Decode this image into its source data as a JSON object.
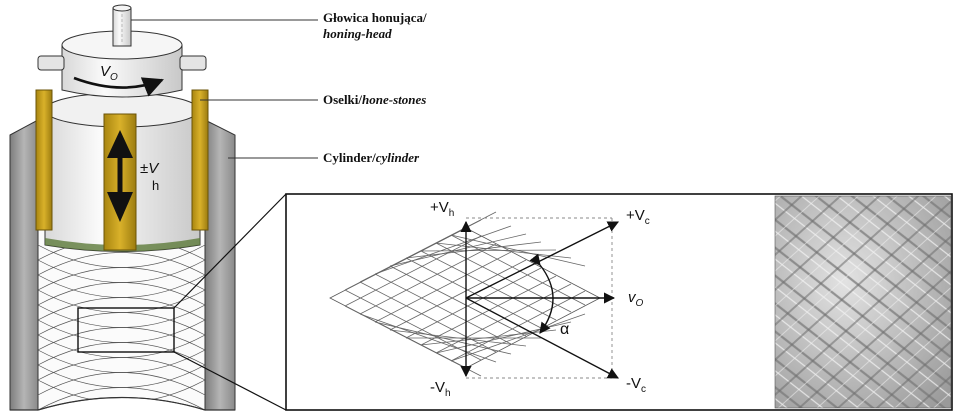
{
  "labels": {
    "head_pl": "Głowica honująca/",
    "head_en": "honing-head",
    "stones_pl": "Oselki/",
    "stones_en": "hone-stones",
    "cylinder_pl": "Cylinder/",
    "cylinder_en": "cylinder"
  },
  "symbols": {
    "rotation": "V",
    "rotation_sub": "O",
    "stroke_sign": "±",
    "stroke_v": "V",
    "stroke_sub": "h",
    "plus_vh": "+V",
    "minus_vh": "-V",
    "vh_sub": "h",
    "plus_vc": "+V",
    "minus_vc": "-V",
    "vc_sub": "c",
    "vo": "v",
    "vo_sub": "O",
    "alpha": "α"
  },
  "colors": {
    "stone": "#c9a21a",
    "stone_dark": "#8a6e10",
    "cylinder_wall": "#9a9a9a",
    "head_body": "#ececec",
    "line": "#222222"
  }
}
